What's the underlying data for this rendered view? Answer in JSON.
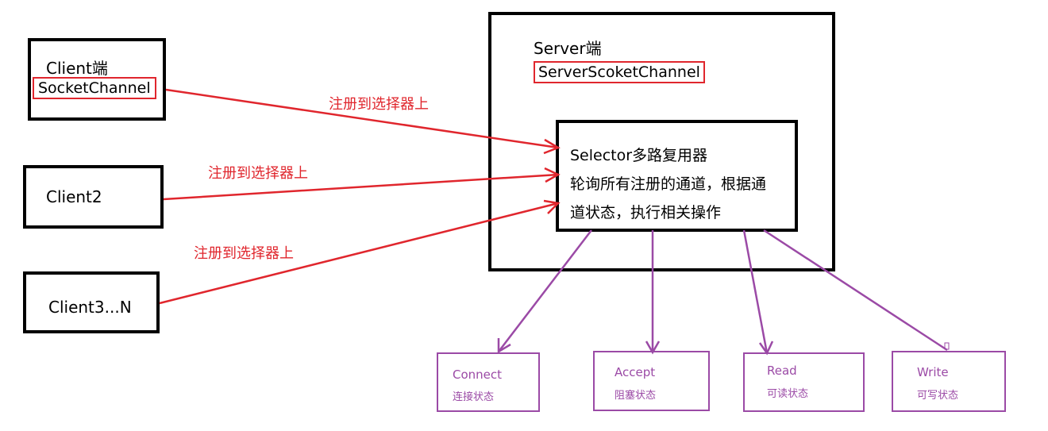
{
  "clients": {
    "client1_title": "Client端",
    "client1_channel": "SocketChannel",
    "client2": "Client2",
    "client3": "Client3...N"
  },
  "server": {
    "title": "Server端",
    "channel": "ServerScoketChannel"
  },
  "selector": {
    "line1": "Selector多路复用器",
    "line2": "轮询所有注册的通道，根据通",
    "line3": "道状态，执行相关操作"
  },
  "edges": {
    "register_label_1": "注册到选择器上",
    "register_label_2": "注册到选择器上",
    "register_label_3": "注册到选择器上"
  },
  "states": [
    {
      "name": "Connect",
      "desc": "连接状态"
    },
    {
      "name": "Accept",
      "desc": "阻塞状态"
    },
    {
      "name": "Read",
      "desc": "可读状态"
    },
    {
      "name": "Write",
      "desc": "可写状态"
    }
  ],
  "colors": {
    "register_arrow": "#e0262d",
    "state_arrow": "#9b4aa6",
    "box_border": "#000000"
  }
}
